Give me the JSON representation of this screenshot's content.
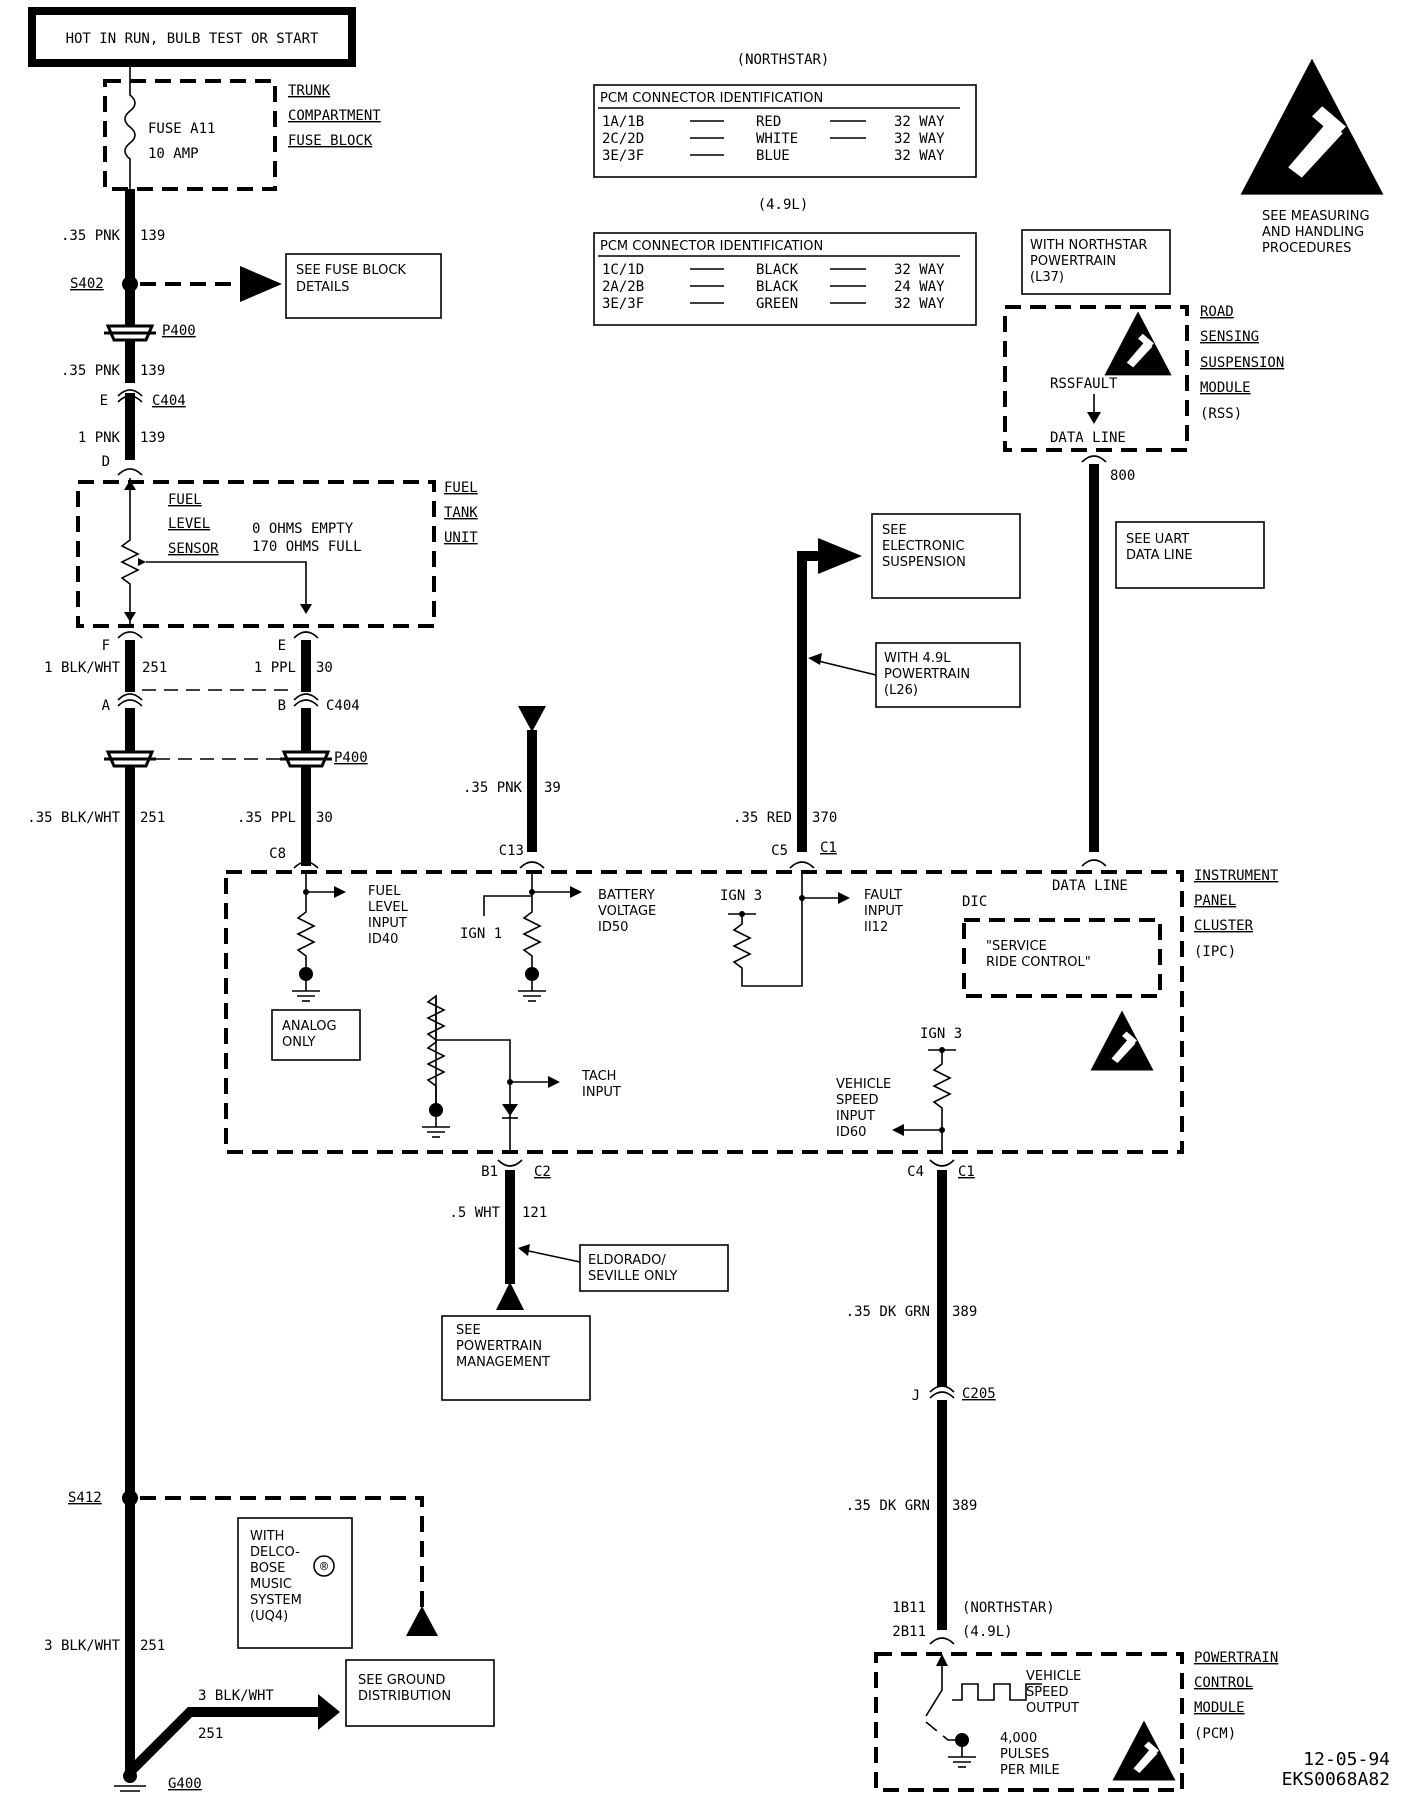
{
  "header": {
    "power": "HOT IN RUN, BULB TEST OR START"
  },
  "fuse": {
    "name": "FUSE A11",
    "rating": "10 AMP"
  },
  "trunk_block": [
    "TRUNK",
    "COMPARTMENT",
    "FUSE BLOCK"
  ],
  "pcm_tables": [
    {
      "caption": "(NORTHSTAR)",
      "heading": "PCM CONNECTOR IDENTIFICATION",
      "rows": [
        {
          "conn": "1A/1B",
          "color": "RED",
          "ways": "32 WAY"
        },
        {
          "conn": "2C/2D",
          "color": "WHITE",
          "ways": "32 WAY"
        },
        {
          "conn": "3E/3F",
          "color": "BLUE",
          "ways": "32 WAY"
        }
      ]
    },
    {
      "caption": "(4.9L)",
      "heading": "PCM CONNECTOR IDENTIFICATION",
      "rows": [
        {
          "conn": "1C/1D",
          "color": "BLACK",
          "ways": "32 WAY"
        },
        {
          "conn": "2A/2B",
          "color": "BLACK",
          "ways": "24 WAY"
        },
        {
          "conn": "3E/3F",
          "color": "GREEN",
          "ways": "32 WAY"
        }
      ]
    }
  ],
  "esd_note": [
    "SEE MEASURING",
    "AND HANDLING",
    "PROCEDURES"
  ],
  "northstar_note": [
    "WITH NORTHSTAR",
    "POWERTRAIN",
    "(L37)"
  ],
  "rss": {
    "labels": [
      "ROAD",
      "SENSING",
      "SUSPENSION",
      "MODULE",
      "(RSS)"
    ],
    "fault": "RSSFAULT",
    "data": "DATA LINE",
    "circuit": "800"
  },
  "uart_note": [
    "SEE UART",
    "DATA LINE"
  ],
  "wires": {
    "w139a": {
      "gauge": ".35 PNK",
      "circuit": "139"
    },
    "w139b": {
      "gauge": ".35 PNK",
      "circuit": "139"
    },
    "w139c": {
      "gauge": "1 PNK",
      "circuit": "139"
    },
    "w251a": {
      "gauge": "1 BLK/WHT",
      "circuit": "251"
    },
    "w30a": {
      "gauge": "1 PPL",
      "circuit": "30"
    },
    "w251b": {
      "gauge": ".35 BLK/WHT",
      "circuit": "251"
    },
    "w30b": {
      "gauge": ".35 PPL",
      "circuit": "30"
    },
    "w39": {
      "gauge": ".35 PNK",
      "circuit": "39"
    },
    "w370": {
      "gauge": ".35 RED",
      "circuit": "370"
    },
    "w121": {
      "gauge": ".5 WHT",
      "circuit": "121"
    },
    "w389a": {
      "gauge": ".35 DK GRN",
      "circuit": "389"
    },
    "w389b": {
      "gauge": ".35 DK GRN",
      "circuit": "389"
    },
    "w251c": {
      "gauge": "3 BLK/WHT",
      "circuit": "251"
    },
    "w251d": {
      "gauge": "3 BLK/WHT",
      "circuit": "251"
    }
  },
  "splices": {
    "s402": "S402",
    "s412": "S412",
    "g400": "G400"
  },
  "fuse_details": [
    "SEE FUSE BLOCK",
    "DETAILS"
  ],
  "connectors": {
    "p400": "P400",
    "c404": "C404",
    "e": "E",
    "d": "D",
    "f": "F",
    "e2": "E",
    "a": "A",
    "b": "B",
    "c404b": "C404",
    "p400b": "P400",
    "c8": "C8",
    "c13": "C13",
    "c5": "C5",
    "c1": "C1",
    "b1": "B1",
    "c2": "C2",
    "c4": "C4",
    "c1b": "C1",
    "j": "J",
    "c205": "C205",
    "pin1": "1B11",
    "pin2": "2B11",
    "pin1_note": "(NORTHSTAR)",
    "pin2_note": "(4.9L)"
  },
  "fuel_tank": {
    "labels": [
      "FUEL",
      "TANK",
      "UNIT"
    ],
    "sensor": [
      "FUEL",
      "LEVEL",
      "SENSOR"
    ],
    "spec": [
      "0 OHMS EMPTY",
      "170 OHMS FULL"
    ]
  },
  "elec_susp": [
    "SEE",
    "ELECTRONIC",
    "SUSPENSION"
  ],
  "with49": [
    "WITH 4.9L",
    "POWERTRAIN",
    "(L26)"
  ],
  "ipc": {
    "labels": [
      "INSTRUMENT",
      "PANEL",
      "CLUSTER",
      "(IPC)"
    ],
    "fuel_input": [
      "FUEL",
      "LEVEL",
      "INPUT",
      "ID40"
    ],
    "battery": [
      "BATTERY",
      "VOLTAGE",
      "ID50"
    ],
    "ign1": "IGN 1",
    "ign3a": "IGN 3",
    "fault": [
      "FAULT",
      "INPUT",
      "II12"
    ],
    "dic": "DIC",
    "service": [
      "\"SERVICE",
      "RIDE CONTROL\""
    ],
    "data_line": "DATA LINE",
    "analog": [
      "ANALOG",
      "ONLY"
    ],
    "tach": [
      "TACH",
      "INPUT"
    ],
    "ign3b": "IGN 3",
    "vss": [
      "VEHICLE",
      "SPEED",
      "INPUT",
      "ID60"
    ]
  },
  "eldorado": [
    "ELDORADO/",
    "SEVILLE ONLY"
  ],
  "powertrain_mgmt": [
    "SEE",
    "POWERTRAIN",
    "MANAGEMENT"
  ],
  "delco": [
    "WITH",
    "DELCO-",
    "BOSE",
    "MUSIC",
    "SYSTEM",
    "(UQ4)"
  ],
  "registered": "®",
  "ground_dist": [
    "SEE GROUND",
    "DISTRIBUTION"
  ],
  "pcm": {
    "labels": [
      "POWERTRAIN",
      "CONTROL",
      "MODULE",
      "(PCM)"
    ],
    "vso": [
      "VEHICLE",
      "SPEED",
      "OUTPUT"
    ],
    "pulses": [
      "4,000",
      "PULSES",
      "PER MILE"
    ]
  },
  "footer": {
    "date": "12-05-94",
    "code": "EKS0068A82"
  }
}
